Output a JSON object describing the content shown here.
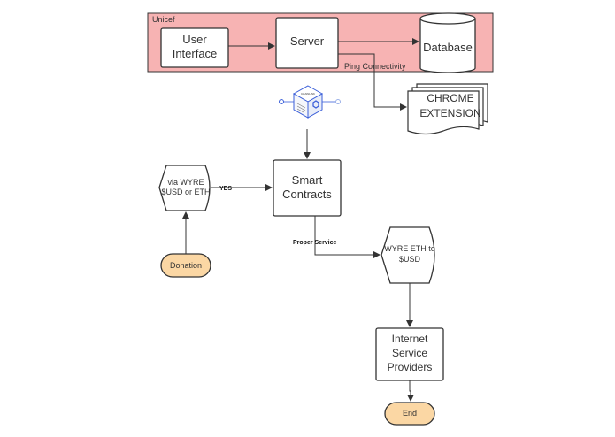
{
  "group": {
    "label": "Unicef"
  },
  "nodes": {
    "user_interface": {
      "line1": "User",
      "line2": "Interface"
    },
    "server": {
      "label": "Server"
    },
    "database": {
      "label": "Database"
    },
    "chrome_extension": {
      "line1": "CHROME",
      "line2": "EXTENSION"
    },
    "smart_contracts": {
      "line1": "Smart",
      "line2": "Contracts"
    },
    "via_wyre": {
      "line1": "via WYRE",
      "line2": "$USD or ETH"
    },
    "donation": {
      "label": "Donation"
    },
    "wyre_eth_usd": {
      "line1": "WYRE ETH to",
      "line2": "$USD"
    },
    "isp": {
      "line1": "Internet",
      "line2": "Service",
      "line3": "Providers"
    },
    "end": {
      "label": "End"
    }
  },
  "edges": {
    "ping": "Ping Connectivity",
    "yes": "YES",
    "proper_service": "Proper Service"
  },
  "chainlink_icon": {
    "label": "CHAINLINK"
  },
  "colors": {
    "group_fill": "#f7b3b3",
    "terminal_fill": "#fbd7a4",
    "stroke": "#333333",
    "icon_blue": "#3b5fd9"
  }
}
